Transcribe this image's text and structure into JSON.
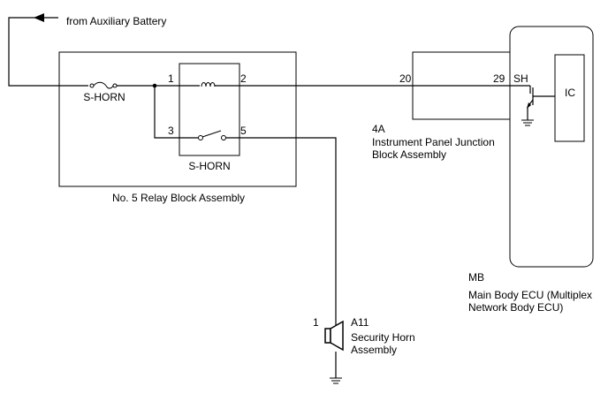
{
  "source": {
    "label": "from Auxiliary Battery"
  },
  "relay_block": {
    "name": "No. 5 Relay Block Assembly",
    "fuse_label": "S-HORN",
    "relay_label": "S-HORN",
    "pins": {
      "p1": "1",
      "p2": "2",
      "p3": "3",
      "p5": "5"
    }
  },
  "junction_block": {
    "code": "4A",
    "name_line1": "Instrument Panel Junction",
    "name_line2": "Block Assembly",
    "pin_in": "20"
  },
  "ecu": {
    "code": "MB",
    "name_line1": "Main Body ECU (Multiplex",
    "name_line2": "Network Body ECU)",
    "pin": "29",
    "signal": "SH",
    "ic_label": "IC"
  },
  "horn": {
    "code": "A11",
    "name_line1": "Security Horn",
    "name_line2": "Assembly",
    "pin": "1"
  }
}
